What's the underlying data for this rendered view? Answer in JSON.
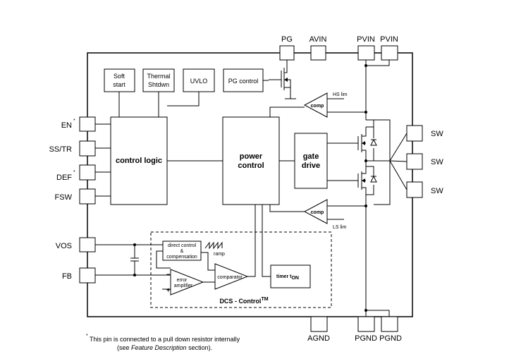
{
  "pins_top": [
    "PG",
    "AVIN",
    "PVIN",
    "PVIN"
  ],
  "pins_left": [
    "EN",
    "SS/TR",
    "DEF",
    "FSW",
    "VOS",
    "FB"
  ],
  "pin_marks": {
    "en": "*",
    "def": "*"
  },
  "pins_right": [
    "SW",
    "SW",
    "SW"
  ],
  "pins_bottom": [
    "AGND",
    "PGND",
    "PGND"
  ],
  "blocks": {
    "soft_start_1": "Soft",
    "soft_start_2": "start",
    "thermal_1": "Thermal",
    "thermal_2": "Shtdwn",
    "uvlo": "UVLO",
    "pg_control": "PG control",
    "control_logic": "control logic",
    "power_control_1": "power",
    "power_control_2": "control",
    "gate_drive_1": "gate",
    "gate_drive_2": "drive",
    "comp_hs": "comp",
    "comp_ls": "comp",
    "hs_lim": "HS lim",
    "ls_lim": "LS lim",
    "direct_control_1": "direct control",
    "direct_control_2": "&",
    "direct_control_3": "compensation",
    "ramp": "ramp",
    "comparator": "comparator",
    "error_amp_1": "error",
    "error_amp_2": "amplifier",
    "timer": "timer t",
    "timer_sub": "ON",
    "minus": "−",
    "plus": "+",
    "dcs": "DCS - Control",
    "dcs_tm": "TM"
  },
  "footnote": {
    "star": "*",
    "line1": "This pin is connected to a pull down resistor internally",
    "line2_pre": "(see ",
    "line2_em": "Feature Description",
    "line2_post": " section)."
  }
}
